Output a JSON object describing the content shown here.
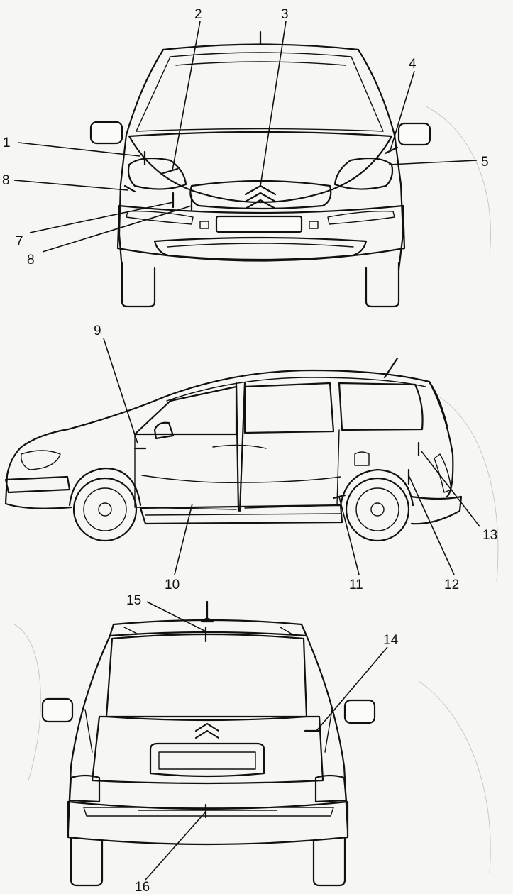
{
  "callouts": [
    {
      "id": "1",
      "label": "1"
    },
    {
      "id": "2",
      "label": "2"
    },
    {
      "id": "3",
      "label": "3"
    },
    {
      "id": "4",
      "label": "4"
    },
    {
      "id": "5",
      "label": "5"
    },
    {
      "id": "8a",
      "label": "8"
    },
    {
      "id": "7",
      "label": "7"
    },
    {
      "id": "8b",
      "label": "8"
    },
    {
      "id": "9",
      "label": "9"
    },
    {
      "id": "10",
      "label": "10"
    },
    {
      "id": "11",
      "label": "11"
    },
    {
      "id": "12",
      "label": "12"
    },
    {
      "id": "13",
      "label": "13"
    },
    {
      "id": "14",
      "label": "14"
    },
    {
      "id": "15",
      "label": "15"
    },
    {
      "id": "16",
      "label": "16"
    }
  ]
}
